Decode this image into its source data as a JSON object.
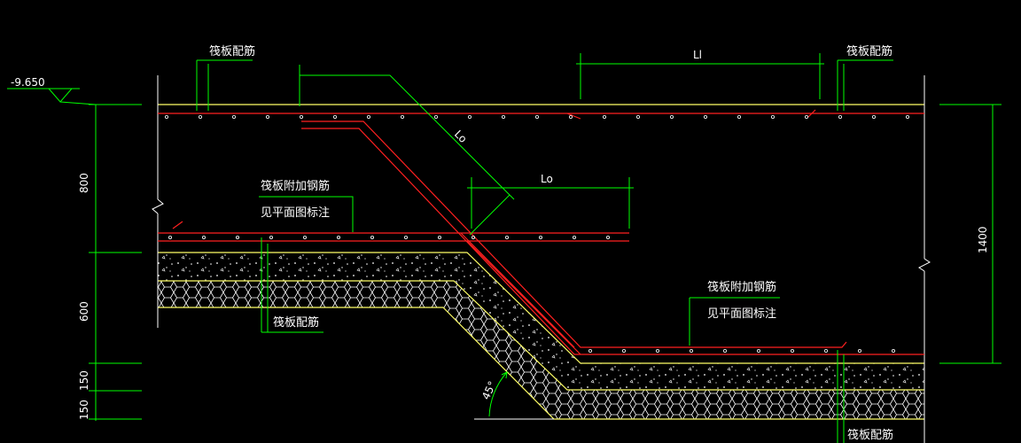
{
  "drawing": {
    "background": "#000000",
    "colors": {
      "dimension": "#00ff00",
      "rebar": "#ff2020",
      "slab_edge": "#ffff66",
      "outline": "#ffffff",
      "label": "#ffffff",
      "gravel": "#ffffff",
      "cushion": "#ffffff"
    },
    "elevation": {
      "label": "-9.650"
    },
    "labels": {
      "raft_reinforcement_top_left": "筏板配筋",
      "raft_reinforcement_top_right": "筏板配筋",
      "raft_reinforcement_mid_left": "筏板配筋",
      "raft_reinforcement_bottom_right": "筏板配筋",
      "additional_rebar_left_line1": "筏板附加钢筋",
      "additional_rebar_left_line2": "见平面图标注",
      "additional_rebar_right_line1": "筏板附加钢筋",
      "additional_rebar_right_line2": "见平面图标注"
    },
    "dimensions": {
      "ll_top": "Ll",
      "lo_diagonal": "Lo",
      "lo_horizontal": "Lo",
      "depth_800": "800",
      "depth_600": "600",
      "depth_150_upper": "150",
      "depth_150_lower": "150",
      "total_1400": "1400",
      "angle": "45°"
    }
  }
}
